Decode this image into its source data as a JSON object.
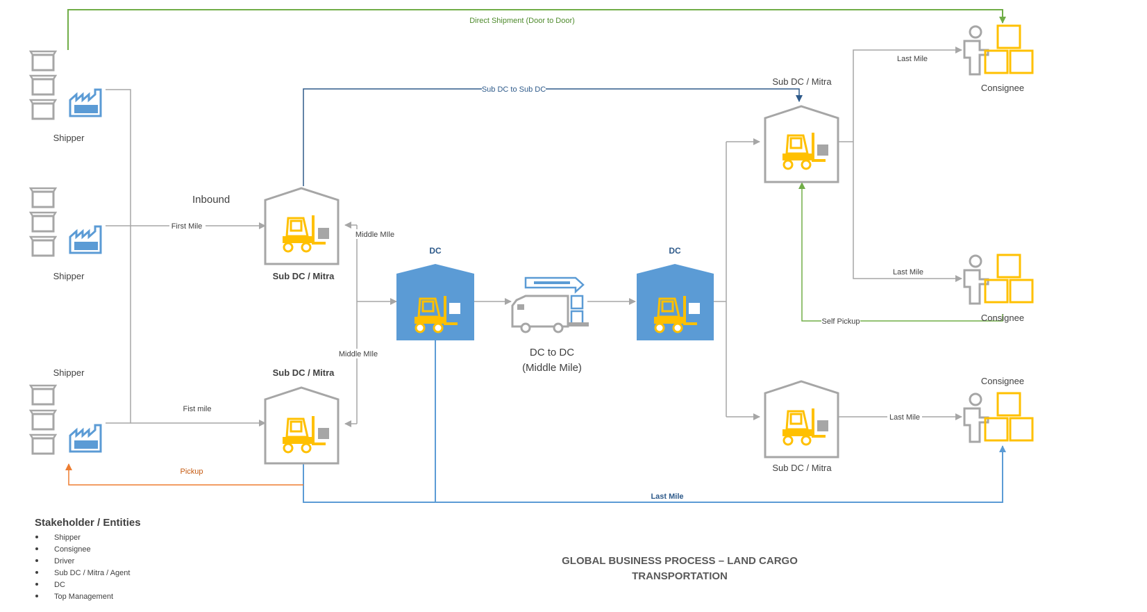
{
  "colors": {
    "grey": "#a6a6a6",
    "green": "#70ad47",
    "blue": "#5b9bd5",
    "dark_blue": "#2e5a8a",
    "orange": "#ed7d31",
    "yellow": "#ffc000",
    "dc_fill": "#5b9bd5"
  },
  "flows": {
    "direct_shipment": "Direct Shipment (Door to Door)",
    "sub_dc_to_sub_dc": "Sub DC to Sub DC",
    "first_mile": "First Mile",
    "fist_mile": "Fist mile",
    "middle_mile_top": "Middle MIle",
    "middle_mile_bottom": "Middle MIle",
    "pickup": "Pickup",
    "last_mile_bottom": "Last Mile",
    "self_pickup": "Self Pickup",
    "last_mile_top": "Last Mile",
    "last_mile_mid": "Last Mile",
    "last_mile_right": "Last Mile"
  },
  "nodes": {
    "shipper_1": "Shipper",
    "shipper_2": "Shipper",
    "shipper_3": "Shipper",
    "inbound": "Inbound",
    "sub_dc_left_top": "Sub DC / Mitra",
    "sub_dc_left_bottom": "Sub DC / Mitra",
    "dc_left": "DC",
    "dc_right": "DC",
    "truck_line1": "DC to DC",
    "truck_line2": "(Middle Mile)",
    "sub_dc_right_top": "Sub DC / Mitra",
    "sub_dc_right_bottom": "Sub DC / Mitra",
    "consignee_1": "Consignee",
    "consignee_2": "Consignee",
    "consignee_3": "Consignee"
  },
  "legend": {
    "title": "Stakeholder / Entities",
    "items": [
      "Shipper",
      "Consignee",
      "Driver",
      "Sub DC / Mitra / Agent",
      "DC",
      "Top Management"
    ]
  },
  "footer": {
    "title_line1": "GLOBAL BUSINESS PROCESS – LAND CARGO",
    "title_line2": "TRANSPORTATION"
  }
}
